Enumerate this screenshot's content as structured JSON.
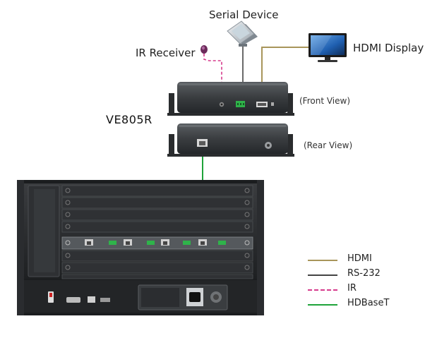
{
  "labels": {
    "serial_device": "Serial Device",
    "ir_receiver": "IR Receiver",
    "hdmi_display": "HDMI Display",
    "front_view": "(Front View)",
    "rear_view": "(Rear View)",
    "model": "VE805R"
  },
  "legend": [
    {
      "label": "HDMI",
      "color": "#a8955a",
      "style": "solid"
    },
    {
      "label": "RS-232",
      "color": "#444444",
      "style": "solid"
    },
    {
      "label": "IR",
      "color": "#d63a8c",
      "style": "dashed"
    },
    {
      "label": "HDBaseT",
      "color": "#1fa33a",
      "style": "solid"
    }
  ],
  "colors": {
    "hdmi": "#a8955a",
    "rs232": "#444444",
    "ir": "#d63a8c",
    "hdbaset": "#1fa33a",
    "device_body": "#3a3d40",
    "chassis": "#2b2d30",
    "port_green": "#2fb34a"
  }
}
